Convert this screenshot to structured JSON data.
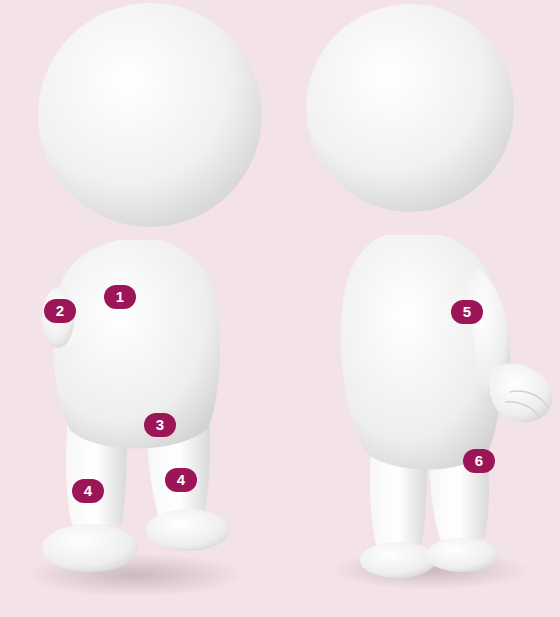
{
  "diagram": {
    "labels": [
      "1",
      "2",
      "3",
      "4",
      "4",
      "5",
      "6"
    ]
  }
}
